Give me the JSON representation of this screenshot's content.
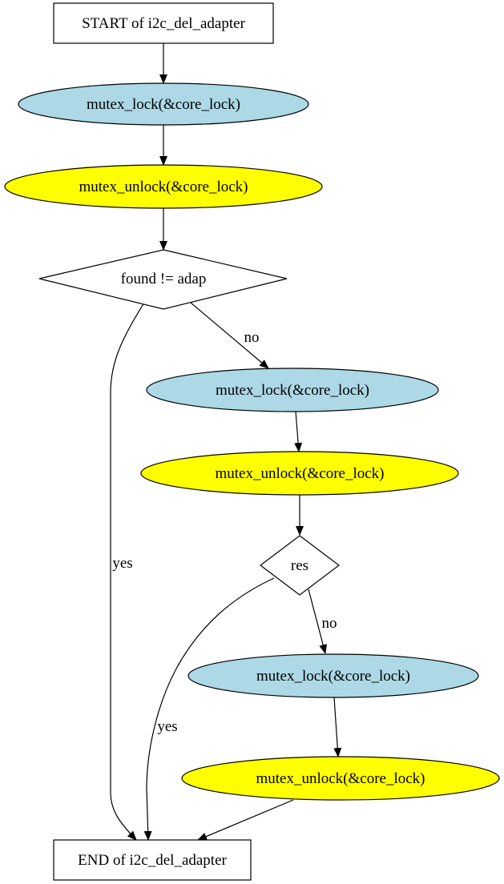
{
  "colors": {
    "box_fill": "#ffffff",
    "diamond_fill": "#ffffff",
    "lock_fill": "#add8e6",
    "unlock_fill": "#ffff00",
    "line": "#000000"
  },
  "nodes": {
    "start": "START of i2c_del_adapter",
    "lock_1": "mutex_lock(&core_lock)",
    "unlock_1": "mutex_unlock(&core_lock)",
    "decision_found": "found != adap",
    "lock_2": "mutex_lock(&core_lock)",
    "unlock_2": "mutex_unlock(&core_lock)",
    "decision_res": "res",
    "lock_3": "mutex_lock(&core_lock)",
    "unlock_3": "mutex_unlock(&core_lock)",
    "end": "END of i2c_del_adapter"
  },
  "edge_labels": {
    "found_no": "no",
    "found_yes": "yes",
    "res_no": "no",
    "res_yes": "yes"
  }
}
